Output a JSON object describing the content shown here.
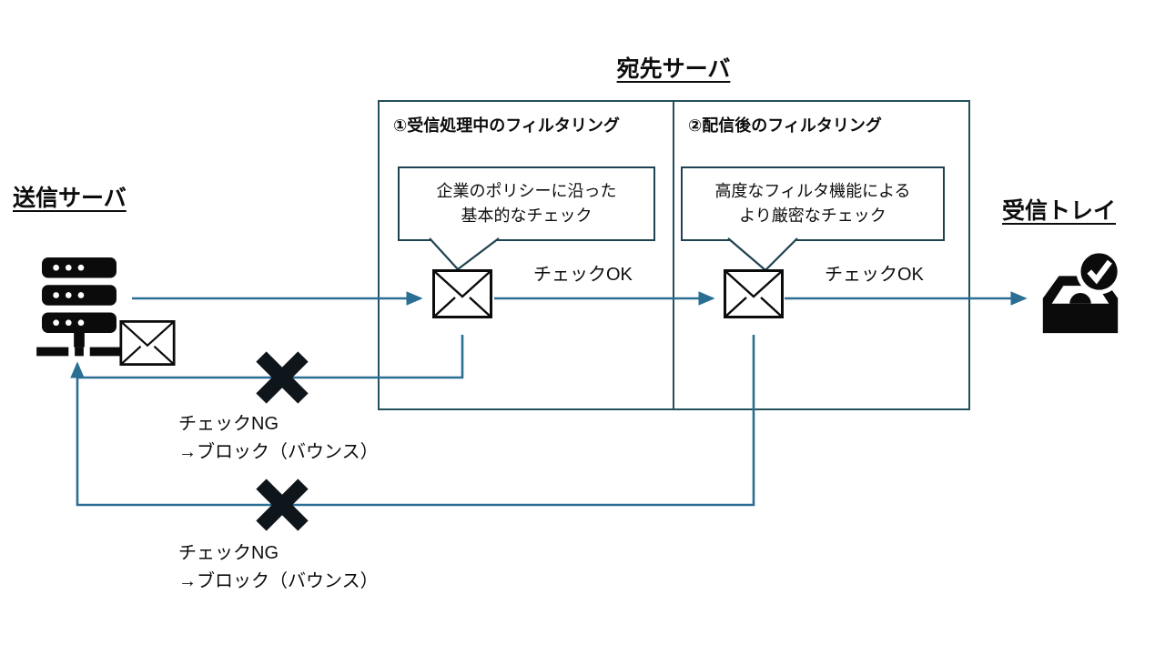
{
  "titles": {
    "sender": "送信サーバ",
    "destination": "宛先サーバ",
    "inbox": "受信トレイ"
  },
  "sections": {
    "s1": {
      "heading": "①受信処理中のフィルタリング",
      "bubble_line1": "企業のポリシーに沿った",
      "bubble_line2": "基本的なチェック",
      "check_ok": "チェックOK"
    },
    "s2": {
      "heading": "②配信後のフィルタリング",
      "bubble_line1": "高度なフィルタ機能による",
      "bubble_line2": "より厳密なチェック",
      "check_ok": "チェックOK"
    }
  },
  "bounce": {
    "b1": {
      "line1": "チェックNG",
      "line2": "→ブロック（バウンス）"
    },
    "b2": {
      "line1": "チェックNG",
      "line2": "→ブロック（バウンス）"
    }
  },
  "icons": {
    "sender_server": "server-icon",
    "mail_at_sender": "envelope-icon",
    "mail_stage1": "envelope-icon",
    "mail_stage2": "envelope-icon",
    "inbox_tray": "inbox-check-icon",
    "blocked_1": "x-mark-icon",
    "blocked_2": "x-mark-icon"
  },
  "colors": {
    "flow_line": "#2b6e93",
    "box_border": "#24505c",
    "bubble_border": "#1f4250",
    "x_mark": "#0e151b",
    "icon_black": "#0b0b0b",
    "background": "#ffffff"
  }
}
